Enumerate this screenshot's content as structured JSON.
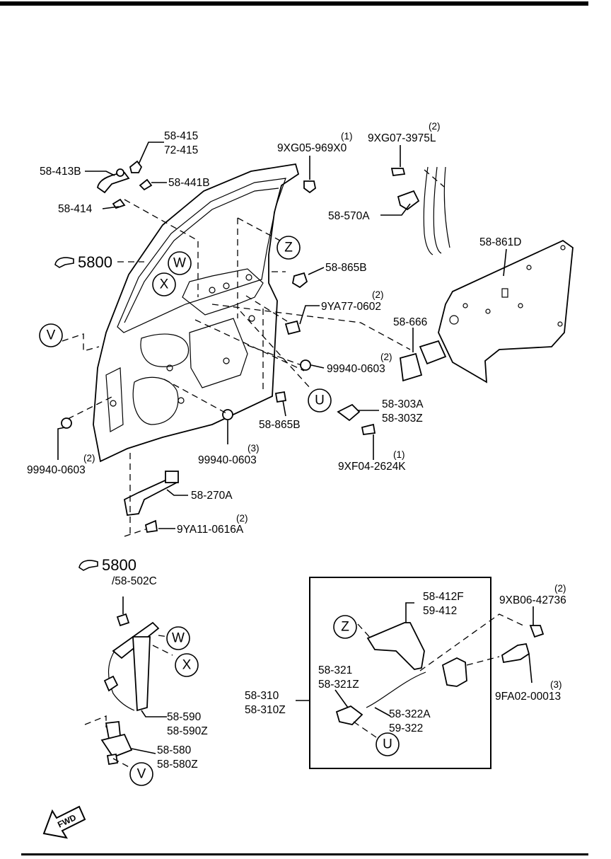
{
  "callouts": {
    "c1": "58-415",
    "c2": "72-415",
    "c3": "58-413B",
    "c4": "58-441B",
    "c5": "58-414",
    "c6": "9XG05-969X0",
    "c6q": "(1)",
    "c7": "9XG07-3975L",
    "c7q": "(2)",
    "c8": "58-570A",
    "c9": "58-861D",
    "c10": "58-865B",
    "c11": "9YA77-0602",
    "c11q": "(2)",
    "c12": "58-666",
    "c13": "99940-0603",
    "c13q": "(2)",
    "c14": "58-303A",
    "c15": "58-303Z",
    "c16": "58-865B",
    "c17": "9XF04-2624K",
    "c17q": "(1)",
    "c18": "99940-0603",
    "c18q": "(3)",
    "c19": "99940-0603",
    "c19q": "(2)",
    "c20": "58-270A",
    "c21": "9YA11-0616A",
    "c21q": "(2)",
    "c22": "/58-502C",
    "c23": "58-590",
    "c24": "58-590Z",
    "c25": "58-580",
    "c26": "58-580Z",
    "c27": "58-412F",
    "c28": "59-412",
    "c29": "9XB06-42736",
    "c29q": "(2)",
    "c30": "58-321",
    "c31": "58-321Z",
    "c32": "58-310",
    "c33": "58-310Z",
    "c34": "58-322A",
    "c35": "59-322",
    "c36": "9FA02-00013",
    "c36q": "(3)"
  },
  "refs": {
    "ref_top": "5800",
    "ref_bottom": "5800"
  },
  "circles": {
    "z": "Z",
    "w": "W",
    "x": "X",
    "v": "V",
    "u": "U",
    "w2": "W",
    "x2": "X",
    "v2": "V",
    "z2": "Z",
    "u2": "U"
  },
  "fwd": "FWD"
}
